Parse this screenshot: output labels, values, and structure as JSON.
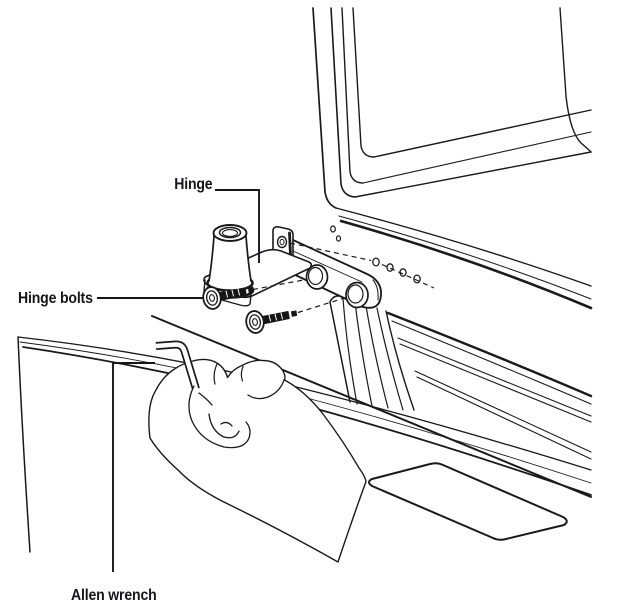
{
  "figure": {
    "type": "instructional-line-diagram",
    "labels": {
      "hinge": "Hinge",
      "hinge_bolts": "Hinge bolts",
      "allen_wrench": "Allen wrench"
    },
    "colors": {
      "line": "#1a1a1a",
      "label_text": "#18141c",
      "background": "#ffffff"
    }
  }
}
